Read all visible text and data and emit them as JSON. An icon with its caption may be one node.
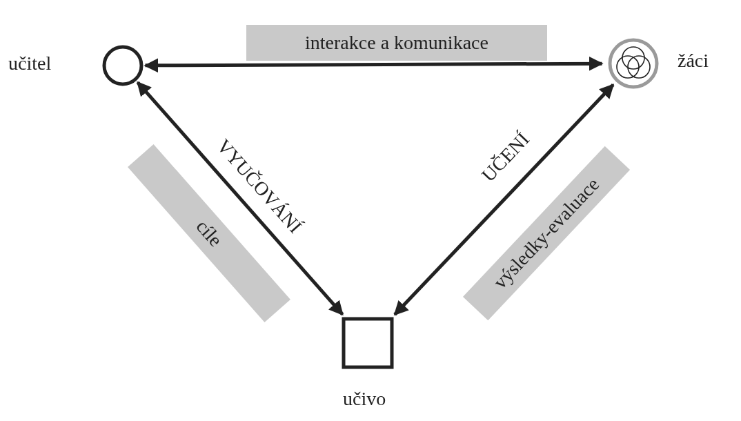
{
  "diagram": {
    "nodes": [
      {
        "text": [
          "učitel"
        ]
      },
      {
        "text": [
          "žáci"
        ]
      },
      {
        "text": [
          "učivo"
        ]
      }
    ],
    "edges": [
      {
        "from": 0,
        "to": 1,
        "arrow": "both"
      },
      {
        "from": 0,
        "to": 2,
        "arrow": "both",
        "label": "VYUČOVÁNÍ"
      },
      {
        "from": 1,
        "to": 2,
        "arrow": "both",
        "label": "UČENÍ"
      }
    ],
    "labels": [
      "interakce a komunikace",
      "cíle",
      "výsledky-evaluace"
    ]
  }
}
